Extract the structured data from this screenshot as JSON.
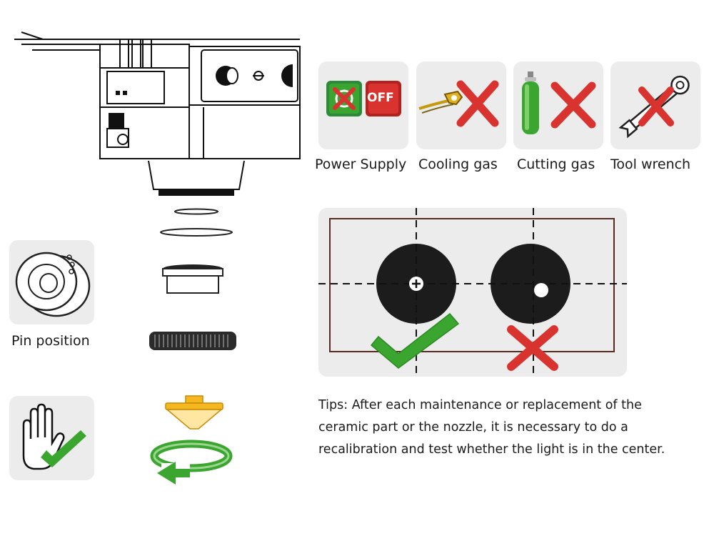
{
  "requirements": [
    {
      "label": "Power Supply",
      "icon": "power-off-icon",
      "off_text": "OFF"
    },
    {
      "label": "Cooling gas",
      "icon": "cooling-gas-off-icon"
    },
    {
      "label": "Cutting gas",
      "icon": "gas-cylinder-off-icon"
    },
    {
      "label": "Tool wrench",
      "icon": "wrench-not-allowed-icon"
    }
  ],
  "pin_position": {
    "label": "Pin position"
  },
  "tips": {
    "line1": "Tips: After each maintenance or replacement of the",
    "line2": "ceramic part or the nozzle, it is necessary to do a",
    "line3": "recalibration and test whether the light is in the center."
  },
  "colors": {
    "card_bg": "#ececec",
    "check_green": "#3aa52f",
    "cross_red": "#d8332f",
    "nozzle_yellow": "#f5b820",
    "disc_fill": "#1c1c1c",
    "frame_brown": "#5a2a1e"
  }
}
